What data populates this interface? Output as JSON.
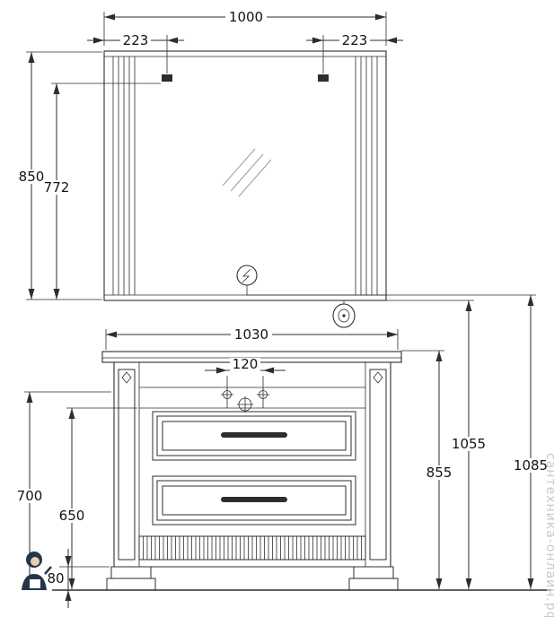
{
  "dims": {
    "mirror_width": "1000",
    "lamp_offset_left": "223",
    "lamp_offset_right": "223",
    "mirror_height": "850",
    "lamp_height": "772",
    "cabinet_width": "1030",
    "faucet_spacing": "120",
    "front_height": "700",
    "drawer_zone_height": "650",
    "plinth_height": "80",
    "cabinet_total_height": "855",
    "mirror_bottom_height": "1055",
    "socket_height": "1085"
  },
  "watermark": {
    "text": "сантехника-онлайн.рф"
  }
}
